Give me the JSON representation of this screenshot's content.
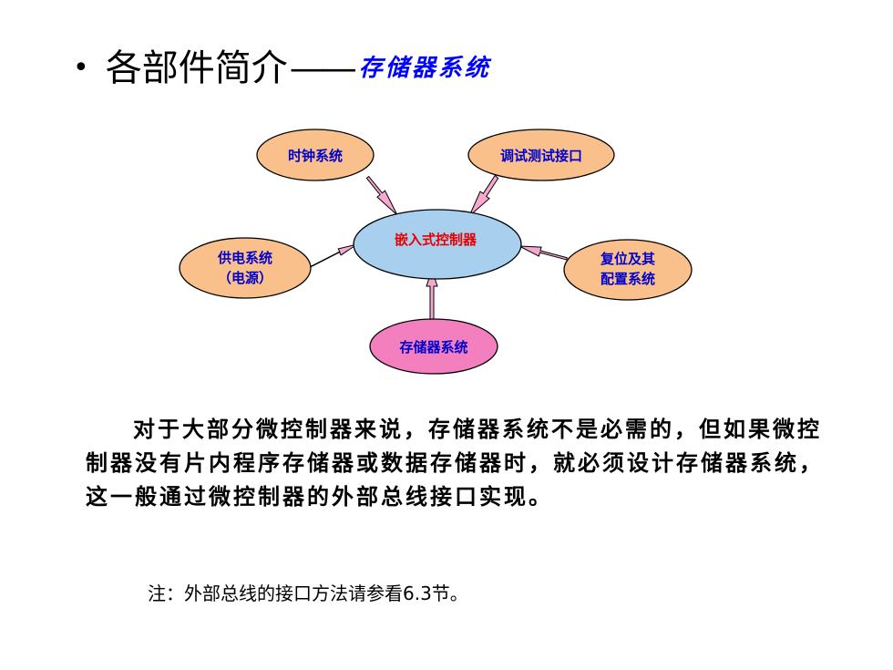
{
  "slide": {
    "title": {
      "bullet": "•",
      "main": "各部件简介",
      "dash": "——",
      "sub": "存储器系统"
    },
    "diagram": {
      "center": {
        "label": "嵌入式控制器"
      },
      "clock": {
        "label": "时钟系统"
      },
      "debug": {
        "label": "调试测试接口"
      },
      "power": {
        "line1": "供电系统",
        "line2": "（电源）"
      },
      "reset": {
        "line1": "复位及其",
        "line2": "配置系统"
      },
      "memory": {
        "label": "存储器系统"
      }
    },
    "paragraph": "对于大部分微控制器来说，存储器系统不是必需的，但如果微控制器没有片内程序存储器或数据存储器时，就必须设计存储器系统，这一般通过微控制器的外部总线接口实现。",
    "note": "注：外部总线的接口方法请参看6.3节。"
  },
  "colors": {
    "node_fill": "#f9c08b",
    "center_fill": "#a9cfef",
    "memory_fill": "#f37fbf",
    "arrow_fill": "#f7a8cf",
    "center_text": "#e60000",
    "node_text": "#0000cc",
    "title_sub": "#0000ff"
  }
}
